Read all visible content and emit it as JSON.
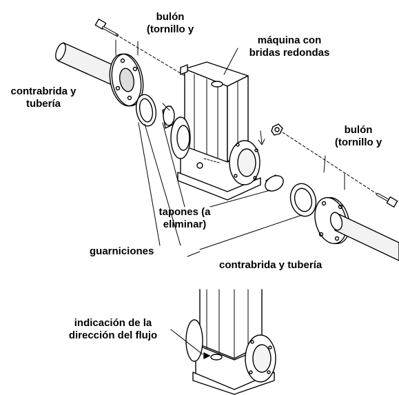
{
  "labels": {
    "bolt_top": [
      "bulón",
      "(tornillo y"
    ],
    "machine": [
      "máquina con",
      "bridas redondas"
    ],
    "counterflange_left": [
      "contrabrida y",
      "tubería"
    ],
    "bolt_right": [
      "bulón",
      "(tornillo y"
    ],
    "plugs": [
      "tapones (a",
      "eliminar)"
    ],
    "gaskets": "guarniciones",
    "counterflange_right": "contrabrida y tubería",
    "flow_indication": [
      "indicación de la",
      "dirección del flujo"
    ]
  }
}
